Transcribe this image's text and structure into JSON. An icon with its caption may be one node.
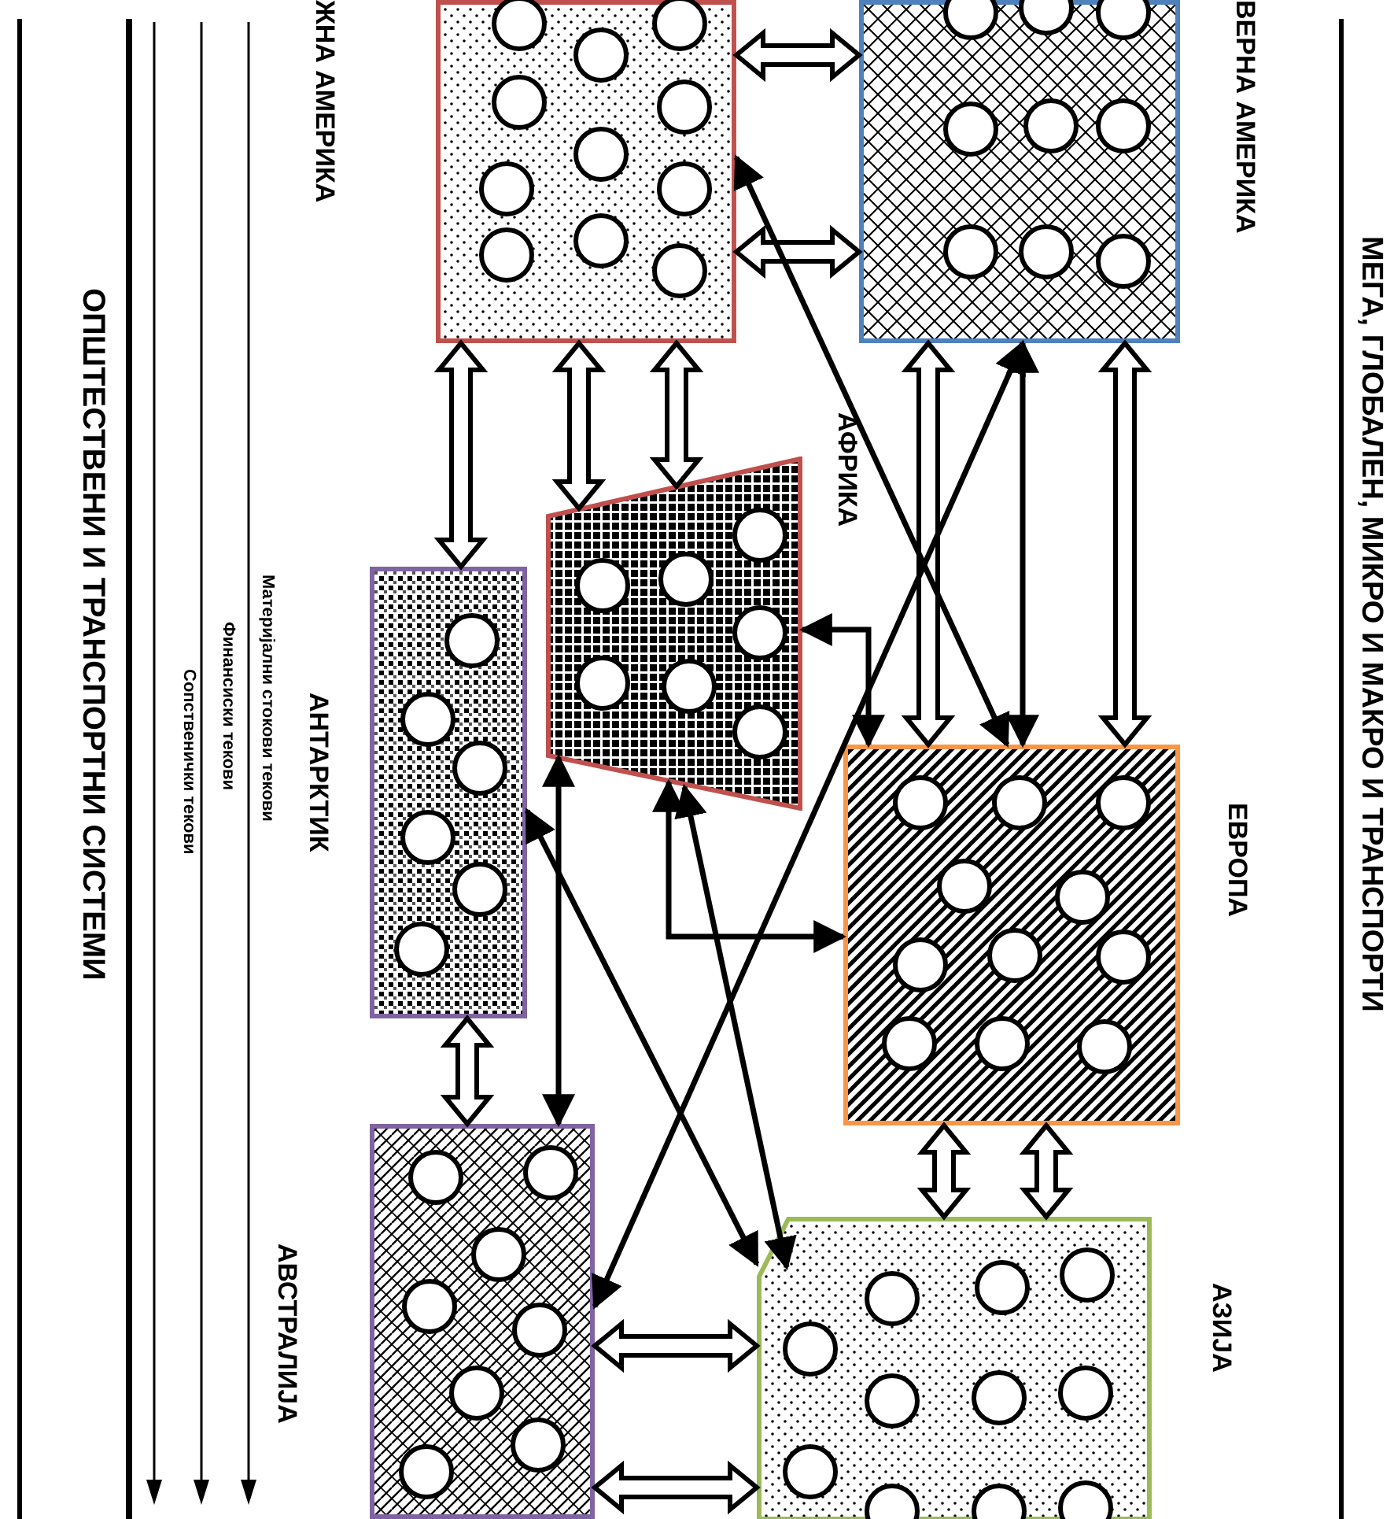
{
  "diagram": {
    "title": "МЕГА, ГЛОБАЛЕН, МИКРО И МАКРО И ТРАНСПОРТИ",
    "nodes": [
      {
        "text": [],
        "shape": "box",
        "beside": [
          "ЖНА АМЕРИКА"
        ]
      },
      {
        "text": [],
        "shape": "box",
        "beside": [
          "ВЕРНА АМЕРИКА"
        ]
      },
      {
        "text": [],
        "shape": "box",
        "beside": [
          "АФРИКА"
        ]
      },
      {
        "text": [],
        "shape": "box",
        "beside": [
          "АНТАРКТИК"
        ]
      },
      {
        "text": [],
        "shape": "box",
        "beside": [
          "ЕВРОПА"
        ]
      },
      {
        "text": [],
        "shape": "box",
        "beside": [
          "АВСТРАЛИЈА"
        ]
      },
      {
        "text": [],
        "shape": "box",
        "beside": [
          "АЗИЈА"
        ]
      }
    ],
    "edges": [
      {
        "from": 0,
        "to": 1,
        "arrow": "both",
        "style": "thick"
      },
      {
        "from": 0,
        "to": 1,
        "arrow": "both",
        "style": "thick"
      },
      {
        "from": 0,
        "to": 3,
        "arrow": "both",
        "style": "thick"
      },
      {
        "from": 0,
        "to": 2,
        "arrow": "both",
        "style": "thick"
      },
      {
        "from": 0,
        "to": 2,
        "arrow": "both",
        "style": "thick"
      },
      {
        "from": 1,
        "to": 4,
        "arrow": "both",
        "style": "thick"
      },
      {
        "from": 1,
        "to": 4,
        "arrow": "both",
        "style": "thick"
      },
      {
        "from": 0,
        "to": 4,
        "arrow": "both"
      },
      {
        "from": 2,
        "to": 4,
        "arrow": "both"
      },
      {
        "from": 2,
        "to": 4,
        "arrow": "both"
      },
      {
        "from": 2,
        "to": 6,
        "arrow": "both"
      },
      {
        "from": 3,
        "to": 6,
        "arrow": "both"
      },
      {
        "from": 3,
        "to": 5,
        "arrow": "both",
        "style": "thick"
      },
      {
        "from": 2,
        "to": 5,
        "arrow": "both"
      },
      {
        "from": 5,
        "to": 1,
        "arrow": "both"
      },
      {
        "from": 4,
        "to": 6,
        "arrow": "both",
        "style": "thick"
      },
      {
        "from": 4,
        "to": 6,
        "arrow": "both",
        "style": "thick"
      },
      {
        "from": 5,
        "to": 6,
        "arrow": "both",
        "style": "thick"
      },
      {
        "from": 5,
        "to": 6,
        "arrow": "both",
        "style": "thick"
      },
      {
        "from": 1,
        "to": 4,
        "arrow": "both"
      }
    ],
    "labels": [
      "ОПШТЕСТВЕНИ И ТРАНСПОРТНИ СИСТЕМИ",
      "Материјални стокови текови",
      "Финансиски текови",
      "Сопственички текови"
    ]
  }
}
